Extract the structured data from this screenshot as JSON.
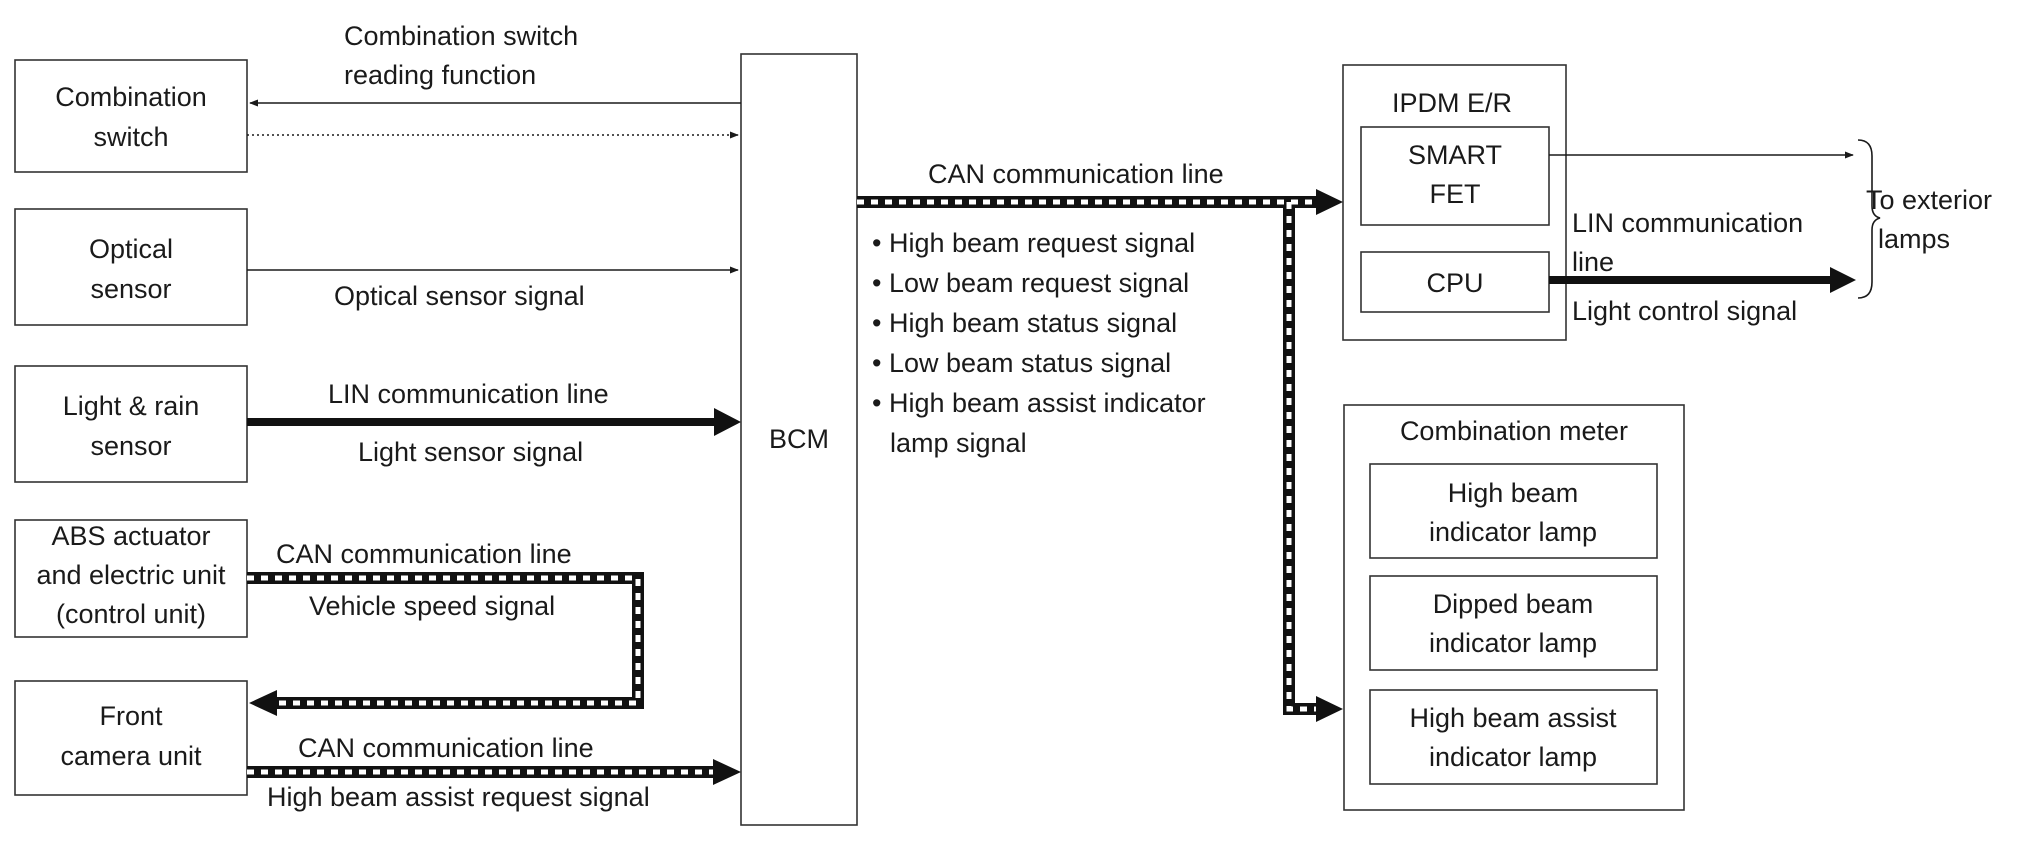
{
  "blocks": {
    "combination_switch": [
      "Combination",
      "switch"
    ],
    "optical_sensor": [
      "Optical",
      "sensor"
    ],
    "light_rain_sensor": [
      "Light & rain",
      "sensor"
    ],
    "abs_unit": [
      "ABS actuator",
      "and electric unit",
      "(control unit)"
    ],
    "front_camera": [
      "Front",
      "camera unit"
    ],
    "bcm": "BCM",
    "ipdm_title": "IPDM E/R",
    "smart_fet": [
      "SMART",
      "FET"
    ],
    "cpu": "CPU",
    "combination_meter_title": "Combination meter",
    "high_beam_indicator": [
      "High beam",
      "indicator lamp"
    ],
    "dipped_beam_indicator": [
      "Dipped beam",
      "indicator lamp"
    ],
    "high_beam_assist_indicator": [
      "High beam assist",
      "indicator lamp"
    ]
  },
  "labels": {
    "combination_switch_reading": [
      "Combination switch",
      "reading function"
    ],
    "optical_sensor_signal": "Optical sensor signal",
    "lin_line_left": "LIN communication line",
    "light_sensor_signal": "Light sensor signal",
    "can_line_abs": "CAN communication line",
    "vehicle_speed_signal": "Vehicle speed signal",
    "can_line_camera": "CAN communication line",
    "high_beam_assist_request": "High beam assist request signal",
    "can_line_main": "CAN communication line",
    "bcm_signals": [
      "• High beam request signal",
      "• Low beam request signal",
      "• High beam status signal",
      "• Low beam status signal",
      "• High beam assist indicator",
      "lamp signal"
    ],
    "lin_line_right": [
      "LIN communication",
      "line"
    ],
    "light_control_signal": "Light control signal",
    "to_exterior_lamps": [
      "To exterior",
      "lamps"
    ]
  }
}
